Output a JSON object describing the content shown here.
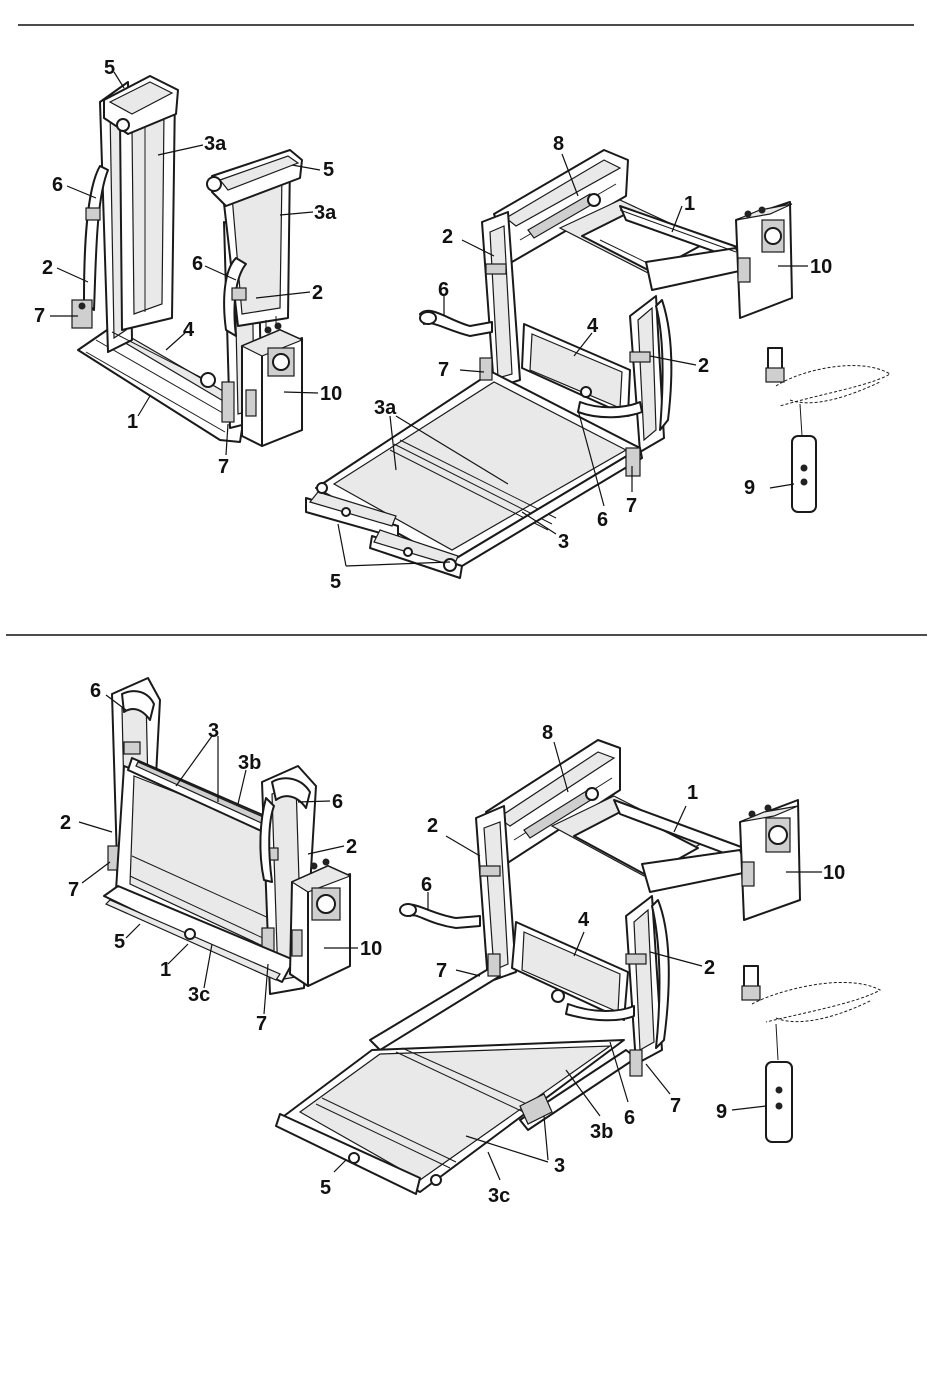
{
  "figures": [
    {
      "name": "top-left-lift-folded",
      "labels": [
        "5",
        "3a",
        "5",
        "3a",
        "6",
        "6",
        "2",
        "2",
        "7",
        "4",
        "10",
        "1",
        "7"
      ]
    },
    {
      "name": "top-right-lift-deployed",
      "labels": [
        "8",
        "1",
        "2",
        "10",
        "6",
        "4",
        "2",
        "7",
        "3a",
        "6",
        "7",
        "3",
        "9",
        "5"
      ]
    },
    {
      "name": "bottom-left-lift-folded",
      "labels": [
        "6",
        "3",
        "3b",
        "6",
        "2",
        "2",
        "7",
        "5",
        "10",
        "1",
        "3c",
        "7"
      ]
    },
    {
      "name": "bottom-right-lift-deployed",
      "labels": [
        "8",
        "1",
        "2",
        "10",
        "6",
        "4",
        "2",
        "7",
        "3b",
        "6",
        "7",
        "9",
        "3",
        "5",
        "3c"
      ]
    }
  ]
}
